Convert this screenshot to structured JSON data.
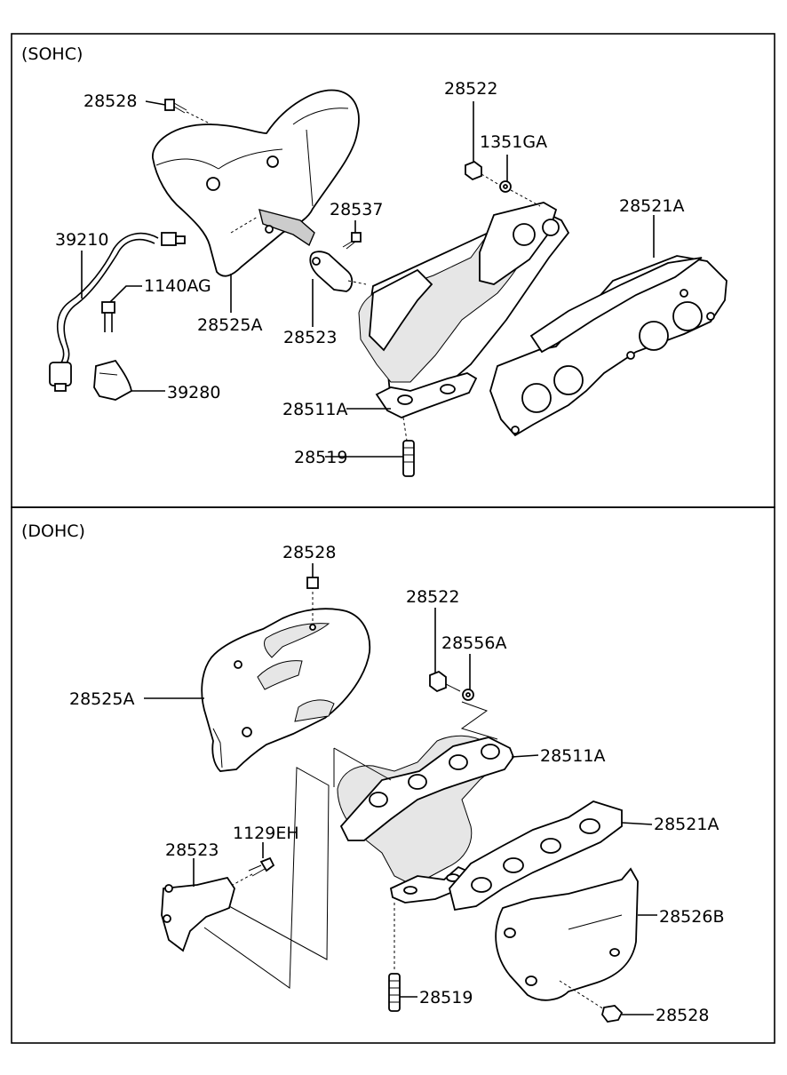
{
  "sections": {
    "top": {
      "header": "(SOHC)"
    },
    "bottom": {
      "header": "(DOHC)"
    }
  },
  "labels": {
    "top": {
      "p28528": "28528",
      "p28522": "28522",
      "p1351GA": "1351GA",
      "p28537": "28537",
      "p28521A": "28521A",
      "p39210": "39210",
      "p1140AG": "1140AG",
      "p28525A": "28525A",
      "p28523": "28523",
      "p39280": "39280",
      "p28511A": "28511A",
      "p28519": "28519"
    },
    "bottom": {
      "p28528a": "28528",
      "p28522": "28522",
      "p28556A": "28556A",
      "p28525A": "28525A",
      "p28511A": "28511A",
      "p28521A": "28521A",
      "p1129EH": "1129EH",
      "p28523": "28523",
      "p28526B": "28526B",
      "p28519": "28519",
      "p28528b": "28528"
    }
  }
}
